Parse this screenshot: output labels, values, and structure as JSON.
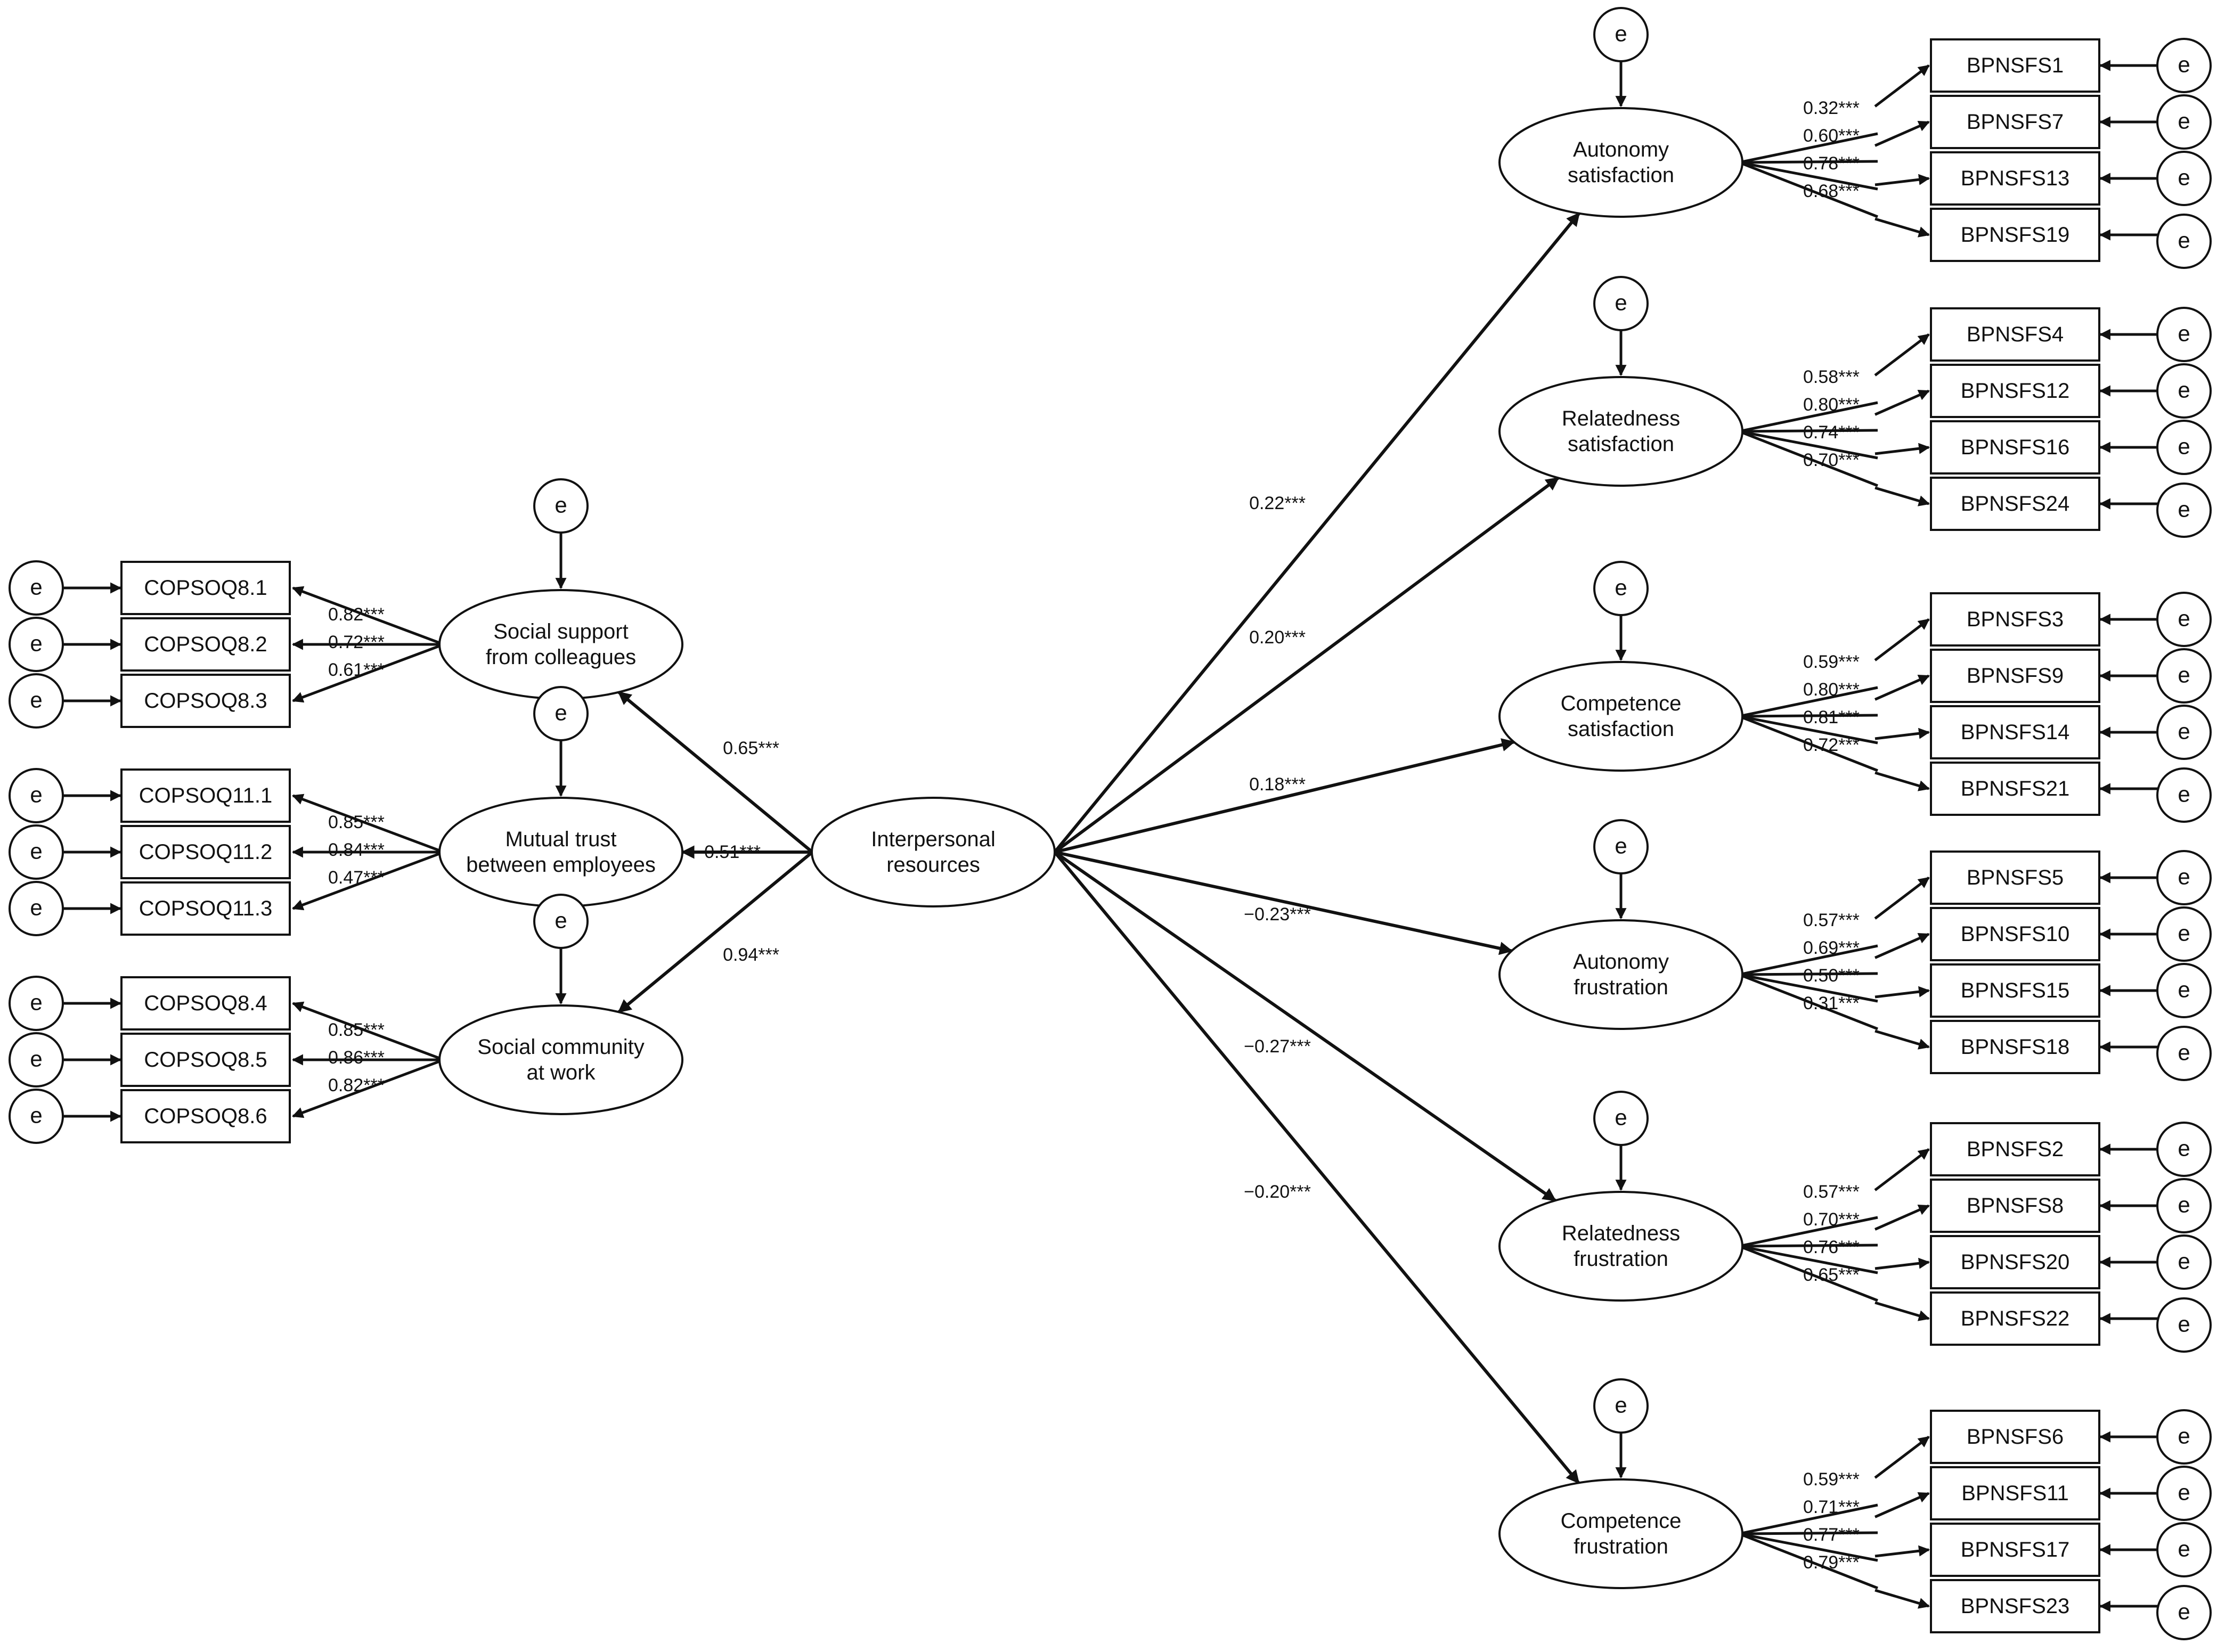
{
  "error_label": "e",
  "center": {
    "label": [
      "Interpersonal",
      "resources"
    ]
  },
  "left_factors": [
    {
      "label": [
        "Social support",
        "from colleagues"
      ],
      "path_coef": "0.65***",
      "items": [
        {
          "label": "COPSOQ8.1",
          "loading": "0.82***"
        },
        {
          "label": "COPSOQ8.2",
          "loading": "0.72***"
        },
        {
          "label": "COPSOQ8.3",
          "loading": "0.61***"
        }
      ]
    },
    {
      "label": [
        "Mutual trust",
        "between employees"
      ],
      "path_coef": "0.51***",
      "items": [
        {
          "label": "COPSOQ11.1",
          "loading": "0.85***"
        },
        {
          "label": "COPSOQ11.2",
          "loading": "0.84***"
        },
        {
          "label": "COPSOQ11.3",
          "loading": "0.47***"
        }
      ]
    },
    {
      "label": [
        "Social community",
        "at work"
      ],
      "path_coef": "0.94***",
      "items": [
        {
          "label": "COPSOQ8.4",
          "loading": "0.85***"
        },
        {
          "label": "COPSOQ8.5",
          "loading": "0.86***"
        },
        {
          "label": "COPSOQ8.6",
          "loading": "0.82***"
        }
      ]
    }
  ],
  "right_factors": [
    {
      "label": [
        "Autonomy",
        "satisfaction"
      ],
      "path_coef": "0.22***",
      "items": [
        {
          "label": "BPNSFS1",
          "loading": "0.32***"
        },
        {
          "label": "BPNSFS7",
          "loading": "0.60***"
        },
        {
          "label": "BPNSFS13",
          "loading": "0.78***"
        },
        {
          "label": "BPNSFS19",
          "loading": "0.68***"
        }
      ]
    },
    {
      "label": [
        "Relatedness",
        "satisfaction"
      ],
      "path_coef": "0.20***",
      "items": [
        {
          "label": "BPNSFS4",
          "loading": "0.58***"
        },
        {
          "label": "BPNSFS12",
          "loading": "0.80***"
        },
        {
          "label": "BPNSFS16",
          "loading": "0.74***"
        },
        {
          "label": "BPNSFS24",
          "loading": "0.70***"
        }
      ]
    },
    {
      "label": [
        "Competence",
        "satisfaction"
      ],
      "path_coef": "0.18***",
      "items": [
        {
          "label": "BPNSFS3",
          "loading": "0.59***"
        },
        {
          "label": "BPNSFS9",
          "loading": "0.80***"
        },
        {
          "label": "BPNSFS14",
          "loading": "0.81***"
        },
        {
          "label": "BPNSFS21",
          "loading": "0.72***"
        }
      ]
    },
    {
      "label": [
        "Autonomy",
        "frustration"
      ],
      "path_coef": "−0.23***",
      "items": [
        {
          "label": "BPNSFS5",
          "loading": "0.57***"
        },
        {
          "label": "BPNSFS10",
          "loading": "0.69***"
        },
        {
          "label": "BPNSFS15",
          "loading": "0.50***"
        },
        {
          "label": "BPNSFS18",
          "loading": "0.31***"
        }
      ]
    },
    {
      "label": [
        "Relatedness",
        "frustration"
      ],
      "path_coef": "−0.27***",
      "items": [
        {
          "label": "BPNSFS2",
          "loading": "0.57***"
        },
        {
          "label": "BPNSFS8",
          "loading": "0.70***"
        },
        {
          "label": "BPNSFS20",
          "loading": "0.76***"
        },
        {
          "label": "BPNSFS22",
          "loading": "0.65***"
        }
      ]
    },
    {
      "label": [
        "Competence",
        "frustration"
      ],
      "path_coef": "−0.20***",
      "items": [
        {
          "label": "BPNSFS6",
          "loading": "0.59***"
        },
        {
          "label": "BPNSFS11",
          "loading": "0.71***"
        },
        {
          "label": "BPNSFS17",
          "loading": "0.77***"
        },
        {
          "label": "BPNSFS23",
          "loading": "0.79***"
        }
      ]
    }
  ]
}
